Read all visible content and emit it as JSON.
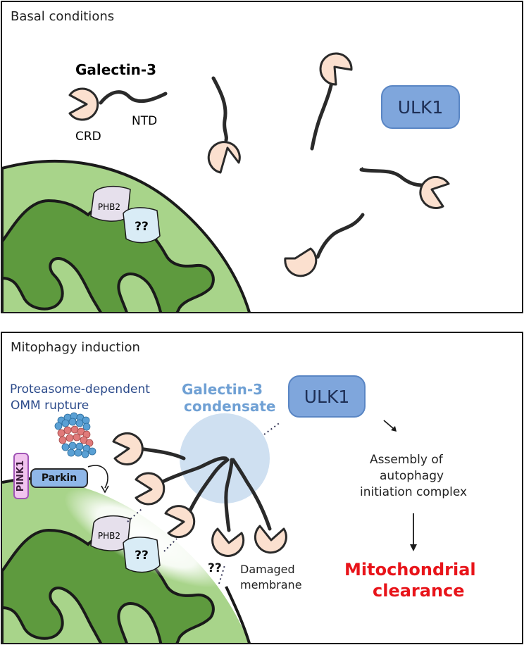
{
  "basal": {
    "title": "Basal conditions",
    "galectin_label": "Galectin-3",
    "crd_label": "CRD",
    "ntd_label": "NTD",
    "ulk1_label": "ULK1",
    "phb2_label": "PHB2",
    "unknown_label": "??"
  },
  "mitophagy": {
    "title": "Mitophagy induction",
    "proteasome_label_line1": "Proteasome-dependent",
    "proteasome_label_line2": "OMM rupture",
    "condensate_line1": "Galectin-3",
    "condensate_line2": "condensate",
    "ulk1_label": "ULK1",
    "pink1_label": "PINK1",
    "parkin_label": "Parkin",
    "phb2_label": "PHB2",
    "unknown_label": "??",
    "unknown_label_2": "??",
    "damaged_line1": "Damaged",
    "damaged_line2": "membrane",
    "assembly_line1": "Assembly of",
    "assembly_line2": "autophagy",
    "assembly_line3": "initiation complex",
    "clearance_line1": "Mitochondrial",
    "clearance_line2": "clearance"
  },
  "colors": {
    "galectin_fill": "#fbe0cf",
    "mito_outer": "#a8d48a",
    "mito_inner": "#5e9a3e",
    "ulk1_fill": "#7fa6dc",
    "condensate": "#cfe0f1",
    "condensate_text": "#6fa0d4",
    "proteasome_text": "#2b4a8a",
    "pink1_fill": "#f1c4ef",
    "pink1_border": "#a055b5",
    "parkin_fill": "#8fb7e8",
    "clearance_red": "#e8141a",
    "phb2_fill": "#e6e0ec",
    "unknown_fill": "#d9ecf6"
  }
}
